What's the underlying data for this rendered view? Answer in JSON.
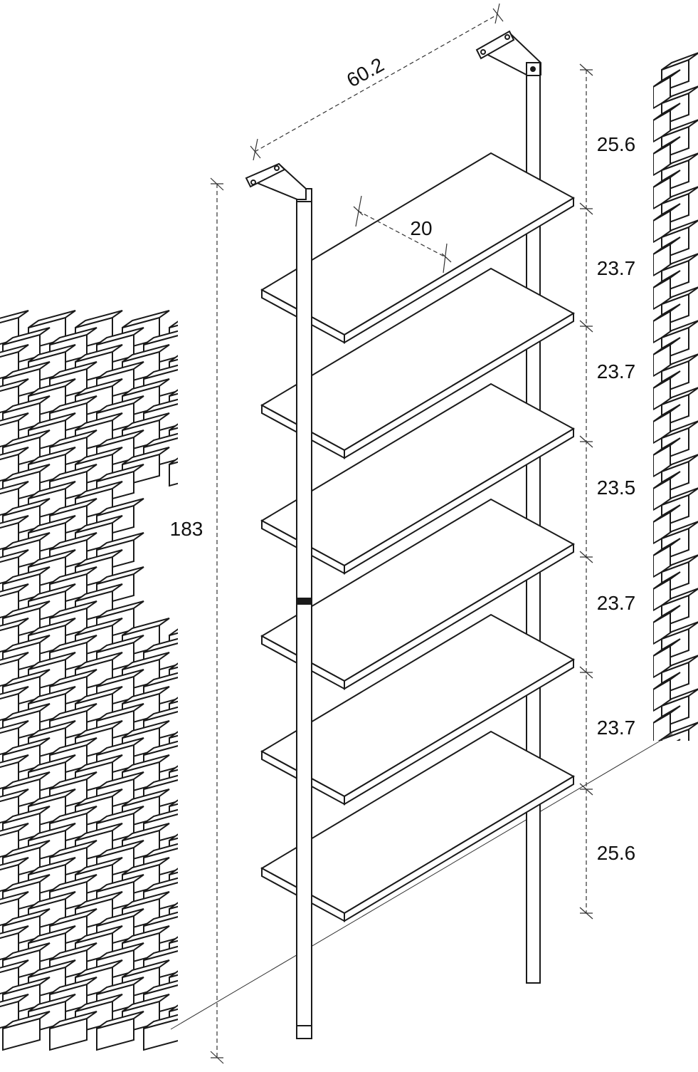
{
  "diagram": {
    "type": "dimension-drawing",
    "subject": "wall-leaning ladder shelf with 6 shelves",
    "shelf_count": 6,
    "line_color": "#1a1a1a",
    "background_color": "#ffffff"
  },
  "dimensions": {
    "width": "60.2",
    "depth": "20",
    "total_height": "183",
    "spacings": [
      "25.6",
      "23.7",
      "23.7",
      "23.5",
      "23.7",
      "23.7",
      "25.6"
    ]
  }
}
